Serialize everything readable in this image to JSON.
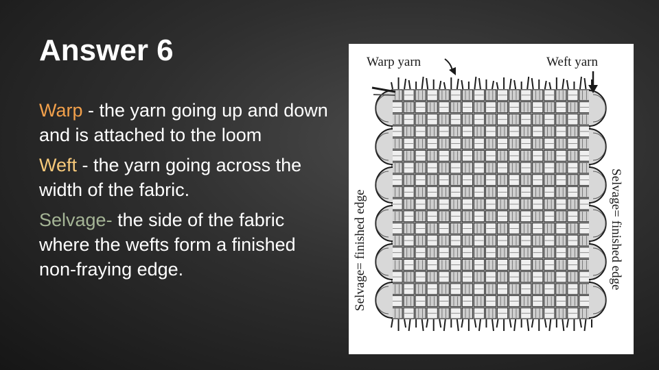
{
  "slide": {
    "title": "Answer 6",
    "definitions": [
      {
        "term": "Warp",
        "text": " - the yarn going up and down and is attached to the loom",
        "term_color": "#f2a04b"
      },
      {
        "term": "Weft",
        "text": " - the yarn going across the width of the fabric.",
        "term_color": "#f7c97a"
      },
      {
        "term": "Selvage-",
        "text": " the side of the fabric where the wefts form a finished non-fraying edge.",
        "term_color": "#a5b596"
      }
    ]
  },
  "figure": {
    "warp_label": "Warp yarn",
    "weft_label": "Weft yarn",
    "selvage_left_label": "Selvage= finished edge",
    "selvage_right_label": "Selvage= finished edge",
    "background": "#ffffff",
    "ink": "#1a1a1a"
  }
}
